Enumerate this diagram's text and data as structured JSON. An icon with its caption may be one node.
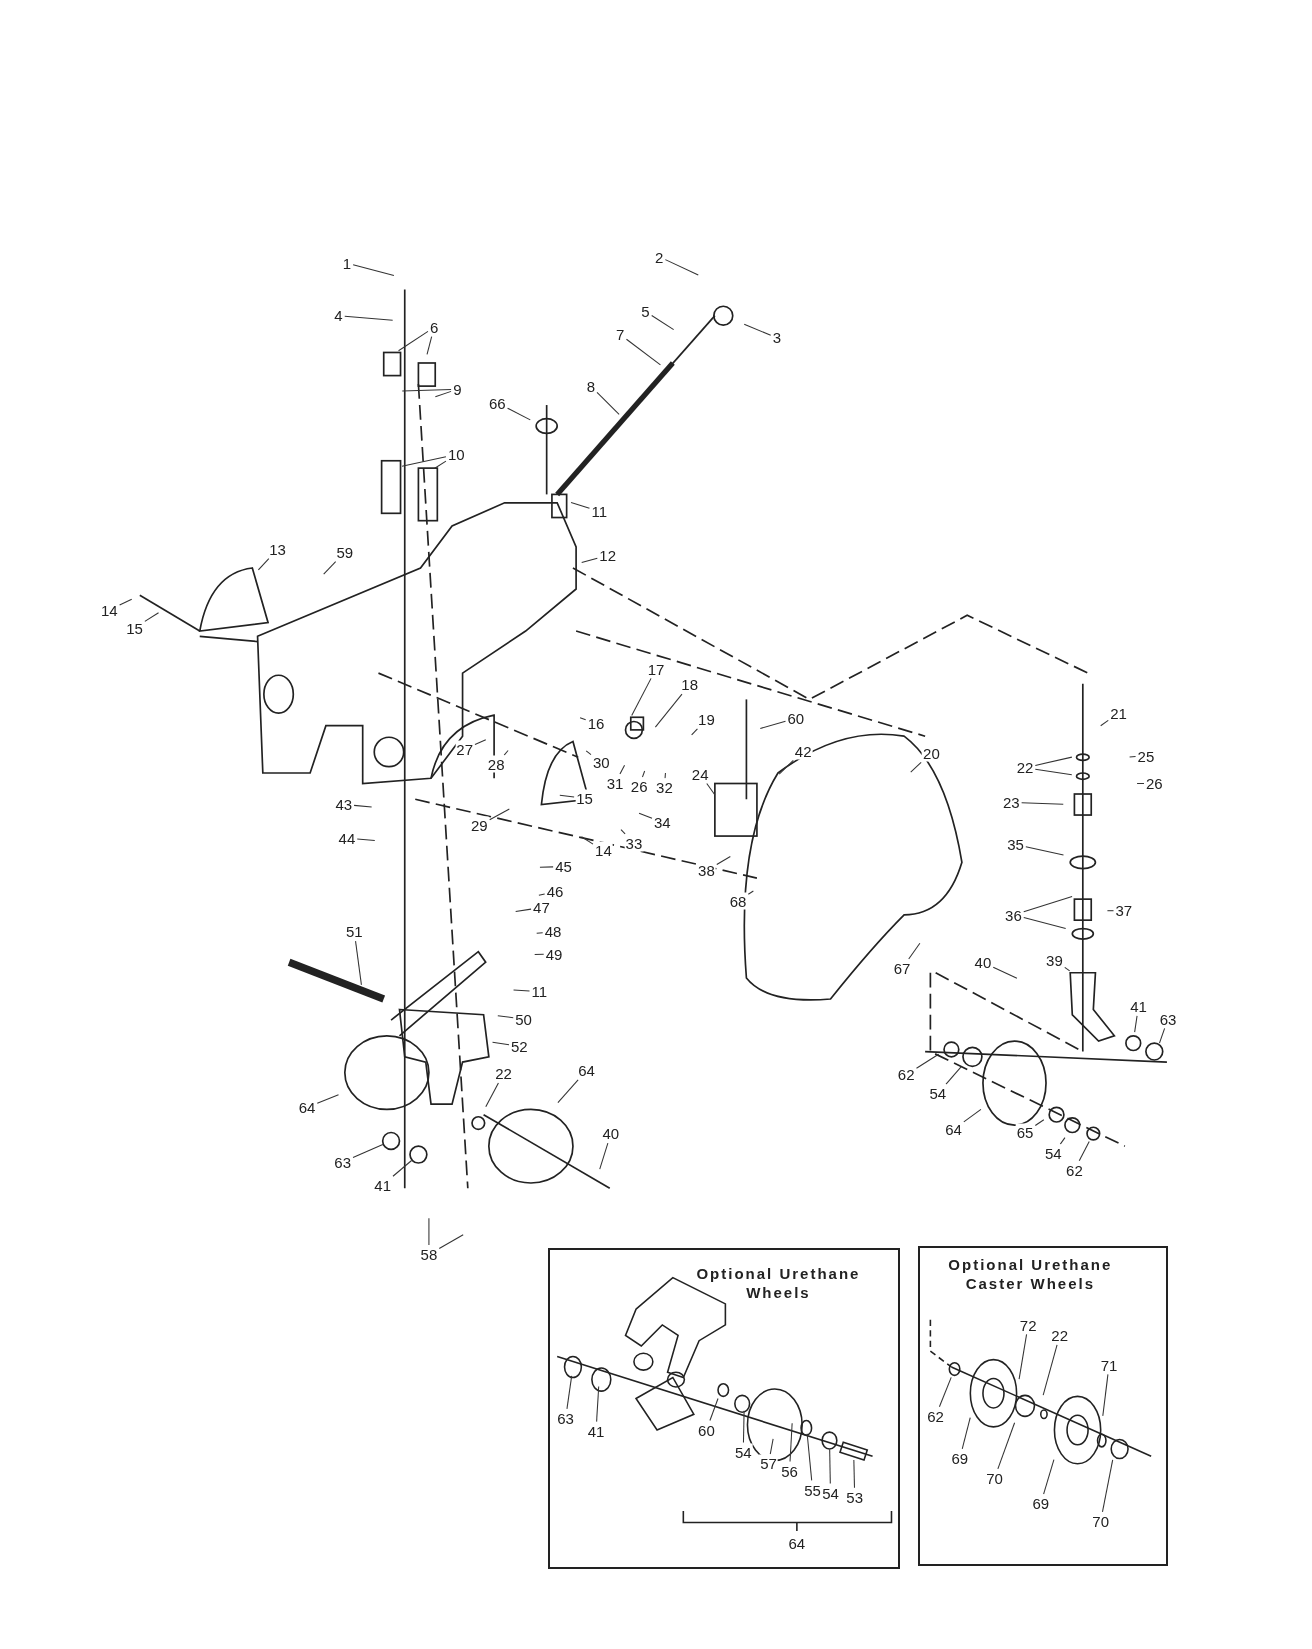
{
  "diagram": {
    "nodes": [
      {
        "text": [
          "1"
        ]
      },
      {
        "text": [
          "4"
        ]
      },
      {
        "text": [
          "6"
        ]
      },
      {
        "text": [
          "9"
        ]
      },
      {
        "text": [
          "10"
        ]
      },
      {
        "text": [
          "2"
        ]
      },
      {
        "text": [
          "3"
        ]
      },
      {
        "text": [
          "5"
        ]
      },
      {
        "text": [
          "7"
        ]
      },
      {
        "text": [
          "8"
        ]
      },
      {
        "text": [
          "66"
        ]
      },
      {
        "text": [
          "11"
        ]
      },
      {
        "text": [
          "12"
        ]
      },
      {
        "text": [
          "13"
        ]
      },
      {
        "text": [
          "59"
        ]
      },
      {
        "text": [
          "14"
        ]
      },
      {
        "text": [
          "15"
        ]
      },
      {
        "text": [
          "17"
        ]
      },
      {
        "text": [
          "18"
        ]
      },
      {
        "text": [
          "19"
        ]
      },
      {
        "text": [
          "60"
        ]
      },
      {
        "text": [
          "21"
        ]
      },
      {
        "text": [
          "16"
        ]
      },
      {
        "text": [
          "20"
        ]
      },
      {
        "text": [
          "27"
        ]
      },
      {
        "text": [
          "28"
        ]
      },
      {
        "text": [
          "30"
        ]
      },
      {
        "text": [
          "31"
        ]
      },
      {
        "text": [
          "26"
        ]
      },
      {
        "text": [
          "32"
        ]
      },
      {
        "text": [
          "24"
        ]
      },
      {
        "text": [
          "42"
        ]
      },
      {
        "text": [
          "22"
        ]
      },
      {
        "text": [
          "25"
        ]
      },
      {
        "text": [
          "26"
        ]
      },
      {
        "text": [
          "23"
        ]
      },
      {
        "text": [
          "43"
        ]
      },
      {
        "text": [
          "15"
        ]
      },
      {
        "text": [
          "29"
        ]
      },
      {
        "text": [
          "34"
        ]
      },
      {
        "text": [
          "33"
        ]
      },
      {
        "text": [
          "14"
        ]
      },
      {
        "text": [
          "44"
        ]
      },
      {
        "text": [
          "35"
        ]
      },
      {
        "text": [
          "38"
        ]
      },
      {
        "text": [
          "68"
        ]
      },
      {
        "text": [
          "45"
        ]
      },
      {
        "text": [
          "46"
        ]
      },
      {
        "text": [
          "36"
        ]
      },
      {
        "text": [
          "37"
        ]
      },
      {
        "text": [
          "47"
        ]
      },
      {
        "text": [
          "48"
        ]
      },
      {
        "text": [
          "67"
        ]
      },
      {
        "text": [
          "49"
        ]
      },
      {
        "text": [
          "51"
        ]
      },
      {
        "text": [
          "40"
        ]
      },
      {
        "text": [
          "39"
        ]
      },
      {
        "text": [
          "11"
        ]
      },
      {
        "text": [
          "41"
        ]
      },
      {
        "text": [
          "63"
        ]
      },
      {
        "text": [
          "50"
        ]
      },
      {
        "text": [
          "52"
        ]
      },
      {
        "text": [
          "22"
        ]
      },
      {
        "text": [
          "64"
        ]
      },
      {
        "text": [
          "62"
        ]
      },
      {
        "text": [
          "54"
        ]
      },
      {
        "text": [
          "64"
        ]
      },
      {
        "text": [
          "64"
        ]
      },
      {
        "text": [
          "65"
        ]
      },
      {
        "text": [
          "40"
        ]
      },
      {
        "text": [
          "54"
        ]
      },
      {
        "text": [
          "62"
        ]
      },
      {
        "text": [
          "63"
        ]
      },
      {
        "text": [
          "41"
        ]
      },
      {
        "text": [
          "58"
        ]
      },
      {
        "text": [
          "Optional Urethane Wheels"
        ]
      },
      {
        "text": [
          "63"
        ],
        "in": 75
      },
      {
        "text": [
          "41"
        ],
        "in": 75
      },
      {
        "text": [
          "60"
        ],
        "in": 75
      },
      {
        "text": [
          "54"
        ],
        "in": 75
      },
      {
        "text": [
          "57"
        ],
        "in": 75
      },
      {
        "text": [
          "56"
        ],
        "in": 75
      },
      {
        "text": [
          "55"
        ],
        "in": 75
      },
      {
        "text": [
          "54"
        ],
        "in": 75
      },
      {
        "text": [
          "53"
        ],
        "in": 75
      },
      {
        "text": [
          "64"
        ],
        "in": 75
      },
      {
        "text": [
          "Optional Urethane Caster Wheels"
        ]
      },
      {
        "text": [
          "72"
        ],
        "in": 86
      },
      {
        "text": [
          "22"
        ],
        "in": 86
      },
      {
        "text": [
          "71"
        ],
        "in": 86
      },
      {
        "text": [
          "62"
        ],
        "in": 86
      },
      {
        "text": [
          "69"
        ],
        "in": 86
      },
      {
        "text": [
          "70"
        ],
        "in": 86
      },
      {
        "text": [
          "69"
        ],
        "in": 86
      },
      {
        "text": [
          "70"
        ],
        "in": 86
      }
    ],
    "edges": [
      {
        "from": 0,
        "to": null,
        "arrow": "none"
      },
      {
        "from": 1,
        "to": null,
        "arrow": "none"
      },
      {
        "from": 2,
        "to": null,
        "arrow": "none"
      },
      {
        "from": 2,
        "to": null,
        "arrow": "none"
      },
      {
        "from": 3,
        "to": null,
        "arrow": "none"
      },
      {
        "from": 3,
        "to": null,
        "arrow": "none"
      },
      {
        "from": 4,
        "to": null,
        "arrow": "none"
      },
      {
        "from": 4,
        "to": null,
        "arrow": "none"
      },
      {
        "from": 5,
        "to": null,
        "arrow": "none"
      },
      {
        "from": 6,
        "to": null,
        "arrow": "none"
      },
      {
        "from": 7,
        "to": null,
        "arrow": "none"
      },
      {
        "from": 8,
        "to": null,
        "arrow": "none"
      },
      {
        "from": 9,
        "to": null,
        "arrow": "none"
      },
      {
        "from": 10,
        "to": null,
        "arrow": "none"
      },
      {
        "from": 11,
        "to": null,
        "arrow": "none"
      },
      {
        "from": 12,
        "to": null,
        "arrow": "none"
      },
      {
        "from": 13,
        "to": null,
        "arrow": "none"
      },
      {
        "from": 14,
        "to": null,
        "arrow": "none"
      },
      {
        "from": 15,
        "to": null,
        "arrow": "none"
      },
      {
        "from": 16,
        "to": null,
        "arrow": "none"
      },
      {
        "from": 17,
        "to": null,
        "arrow": "none"
      },
      {
        "from": 18,
        "to": null,
        "arrow": "none"
      },
      {
        "from": 19,
        "to": null,
        "arrow": "none"
      },
      {
        "from": 20,
        "to": null,
        "arrow": "none"
      },
      {
        "from": 21,
        "to": null,
        "arrow": "none"
      },
      {
        "from": 22,
        "to": null,
        "arrow": "none"
      },
      {
        "from": 23,
        "to": null,
        "arrow": "none"
      },
      {
        "from": 24,
        "to": null,
        "arrow": "none"
      },
      {
        "from": 25,
        "to": null,
        "arrow": "none"
      },
      {
        "from": 26,
        "to": null,
        "arrow": "none"
      },
      {
        "from": 27,
        "to": null,
        "arrow": "none"
      },
      {
        "from": 28,
        "to": null,
        "arrow": "none"
      },
      {
        "from": 29,
        "to": null,
        "arrow": "none"
      },
      {
        "from": 30,
        "to": null,
        "arrow": "none"
      },
      {
        "from": 31,
        "to": null,
        "arrow": "none"
      },
      {
        "from": 32,
        "to": null,
        "arrow": "none"
      },
      {
        "from": 32,
        "to": null,
        "arrow": "none"
      },
      {
        "from": 33,
        "to": null,
        "arrow": "none"
      },
      {
        "from": 34,
        "to": null,
        "arrow": "none"
      },
      {
        "from": 35,
        "to": null,
        "arrow": "none"
      },
      {
        "from": 36,
        "to": null,
        "arrow": "none"
      },
      {
        "from": 37,
        "to": null,
        "arrow": "none"
      },
      {
        "from": 38,
        "to": null,
        "arrow": "none"
      },
      {
        "from": 39,
        "to": null,
        "arrow": "none"
      },
      {
        "from": 40,
        "to": null,
        "arrow": "none"
      },
      {
        "from": 41,
        "to": null,
        "arrow": "none"
      },
      {
        "from": 42,
        "to": null,
        "arrow": "none"
      },
      {
        "from": 43,
        "to": null,
        "arrow": "none"
      },
      {
        "from": 44,
        "to": null,
        "arrow": "none"
      },
      {
        "from": 45,
        "to": null,
        "arrow": "none"
      },
      {
        "from": 46,
        "to": null,
        "arrow": "none"
      },
      {
        "from": 47,
        "to": null,
        "arrow": "none"
      },
      {
        "from": 48,
        "to": null,
        "arrow": "none"
      },
      {
        "from": 48,
        "to": null,
        "arrow": "none"
      },
      {
        "from": 49,
        "to": null,
        "arrow": "none"
      },
      {
        "from": 50,
        "to": null,
        "arrow": "none"
      },
      {
        "from": 51,
        "to": null,
        "arrow": "none"
      },
      {
        "from": 52,
        "to": null,
        "arrow": "none"
      },
      {
        "from": 53,
        "to": null,
        "arrow": "none"
      },
      {
        "from": 54,
        "to": null,
        "arrow": "none"
      },
      {
        "from": 55,
        "to": null,
        "arrow": "none"
      },
      {
        "from": 56,
        "to": null,
        "arrow": "none"
      },
      {
        "from": 57,
        "to": null,
        "arrow": "none"
      },
      {
        "from": 58,
        "to": null,
        "arrow": "none"
      },
      {
        "from": 59,
        "to": null,
        "arrow": "none"
      },
      {
        "from": 60,
        "to": null,
        "arrow": "none"
      },
      {
        "from": 61,
        "to": null,
        "arrow": "none"
      },
      {
        "from": 62,
        "to": null,
        "arrow": "none"
      },
      {
        "from": 63,
        "to": null,
        "arrow": "none"
      },
      {
        "from": 64,
        "to": null,
        "arrow": "none"
      },
      {
        "from": 65,
        "to": null,
        "arrow": "none"
      },
      {
        "from": 66,
        "to": null,
        "arrow": "none"
      },
      {
        "from": 67,
        "to": null,
        "arrow": "none"
      },
      {
        "from": 68,
        "to": null,
        "arrow": "none"
      },
      {
        "from": 69,
        "to": null,
        "arrow": "none"
      },
      {
        "from": 70,
        "to": null,
        "arrow": "none"
      },
      {
        "from": 71,
        "to": null,
        "arrow": "none"
      },
      {
        "from": 72,
        "to": null,
        "arrow": "none"
      },
      {
        "from": 73,
        "to": null,
        "arrow": "none"
      },
      {
        "from": 74,
        "to": null,
        "arrow": "none"
      },
      {
        "from": 74,
        "to": null,
        "arrow": "none"
      },
      {
        "from": 76,
        "to": null,
        "arrow": "none"
      },
      {
        "from": 77,
        "to": null,
        "arrow": "none"
      },
      {
        "from": 78,
        "to": null,
        "arrow": "none"
      },
      {
        "from": 79,
        "to": null,
        "arrow": "none"
      },
      {
        "from": 80,
        "to": null,
        "arrow": "none"
      },
      {
        "from": 81,
        "to": null,
        "arrow": "none"
      },
      {
        "from": 82,
        "to": null,
        "arrow": "none"
      },
      {
        "from": 83,
        "to": null,
        "arrow": "none"
      },
      {
        "from": 84,
        "to": null,
        "arrow": "none"
      },
      {
        "from": 87,
        "to": null,
        "arrow": "none"
      },
      {
        "from": 88,
        "to": null,
        "arrow": "none"
      },
      {
        "from": 89,
        "to": null,
        "arrow": "none"
      },
      {
        "from": 90,
        "to": null,
        "arrow": "none"
      },
      {
        "from": 91,
        "to": null,
        "arrow": "none"
      },
      {
        "from": 92,
        "to": null,
        "arrow": "none"
      },
      {
        "from": 93,
        "to": null,
        "arrow": "none"
      },
      {
        "from": 94,
        "to": null,
        "arrow": "none"
      }
    ]
  }
}
